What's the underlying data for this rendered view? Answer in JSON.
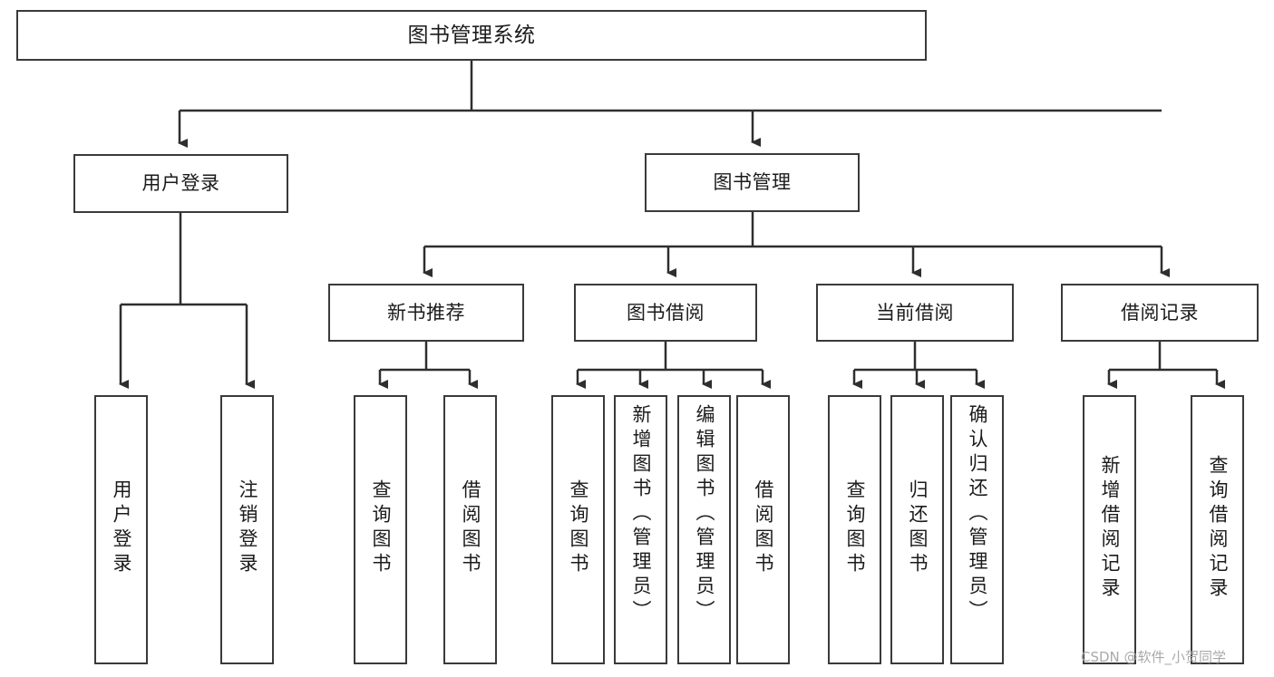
{
  "diagram": {
    "title": "图书管理系统",
    "root": {
      "label": "图书管理系统"
    },
    "level2": [
      {
        "label": "用户登录"
      },
      {
        "label": "图书管理"
      }
    ],
    "level3": [
      {
        "label": "新书推荐"
      },
      {
        "label": "图书借阅"
      },
      {
        "label": "当前借阅"
      },
      {
        "label": "借阅记录"
      }
    ],
    "leaves": {
      "user_login": [
        {
          "label": "用户登录"
        },
        {
          "label": "注销登录"
        }
      ],
      "new_book": [
        {
          "label": "查询图书"
        },
        {
          "label": "借阅图书"
        }
      ],
      "book_borrow": [
        {
          "label": "查询图书"
        },
        {
          "label": "新增图书（管理员）"
        },
        {
          "label": "编辑图书（管理员）"
        },
        {
          "label": "借阅图书"
        }
      ],
      "current_borrow": [
        {
          "label": "查询图书"
        },
        {
          "label": "归还图书"
        },
        {
          "label": "确认归还（管理员）"
        }
      ],
      "borrow_record": [
        {
          "label": "新增借阅记录"
        },
        {
          "label": "查询借阅记录"
        }
      ]
    }
  },
  "watermark": {
    "text": "CSDN @软件_小贺同学"
  },
  "colors": {
    "border": "#3a3a3a",
    "text": "#1b1b1b",
    "background": "#ffffff",
    "watermark": "#a9a9a9"
  }
}
